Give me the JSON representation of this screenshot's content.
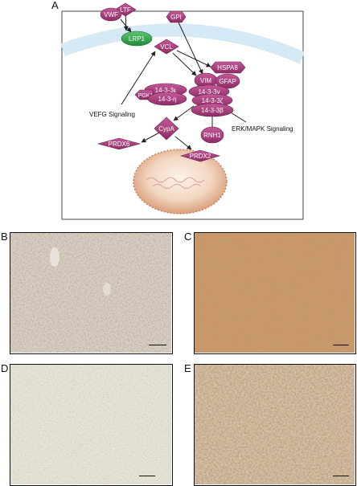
{
  "panels": {
    "a": "A",
    "b": "B",
    "c": "C",
    "d": "D",
    "e": "E"
  },
  "nodes": {
    "vwf": "VWF",
    "ltf": "LTF",
    "gpi": "GPI",
    "lrp1": "LRP1",
    "vcl": "VCL",
    "hspa8": "HSPA8",
    "vim": "VIM",
    "gfap": "GFAP",
    "y1433e": "14-3-3ε",
    "y1433y": "14-3-3γ",
    "y1433z": "14-3-3ζ",
    "y1433n": "14-3-η",
    "y1433b": "14-3-3β",
    "pgk1": "PGK1",
    "cypa": "CypA",
    "rnh1": "RNH1",
    "prdx6": "PRDX6",
    "prdx2": "PRDX2"
  },
  "labels": {
    "vegf": "VEFG Signaling",
    "erk": "ERK/MAPK Signaling"
  },
  "colors": {
    "protein": "#a83c7c",
    "receptor": "#2fa84a",
    "membrane": "#cfe6f2",
    "nucleus": "#e4b89c"
  }
}
